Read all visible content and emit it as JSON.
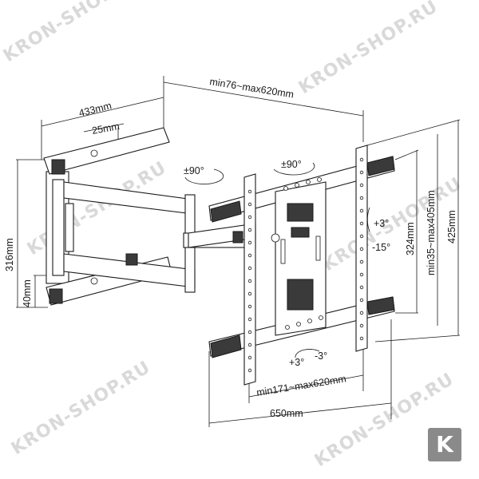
{
  "watermarks": [
    "KRON-SHOP.RU",
    "KRON-SHOP.RU",
    "KRON-SHOP.RU",
    "KRON-SHOP.RU",
    "KRON-SHOP.RU",
    "KRON-SHOP.RU"
  ],
  "dimensions": {
    "top_extension": "min76~max620mm",
    "arm_length": "433mm",
    "wall_plate_width": "25mm",
    "wall_plate_height": "316mm",
    "wall_plate_bottom": "40mm",
    "swivel_left": "±90°",
    "swivel_right": "±90°",
    "tilt_up": "+3°",
    "tilt_down": "-15°",
    "vesa_height": "324mm",
    "vertical_range": "min35~max405mm",
    "total_height": "425mm",
    "rotation_plus": "+3°",
    "rotation_minus": "-3°",
    "bottom_range": "min171~max620mm",
    "total_width": "650mm"
  },
  "logo_letter": "K"
}
